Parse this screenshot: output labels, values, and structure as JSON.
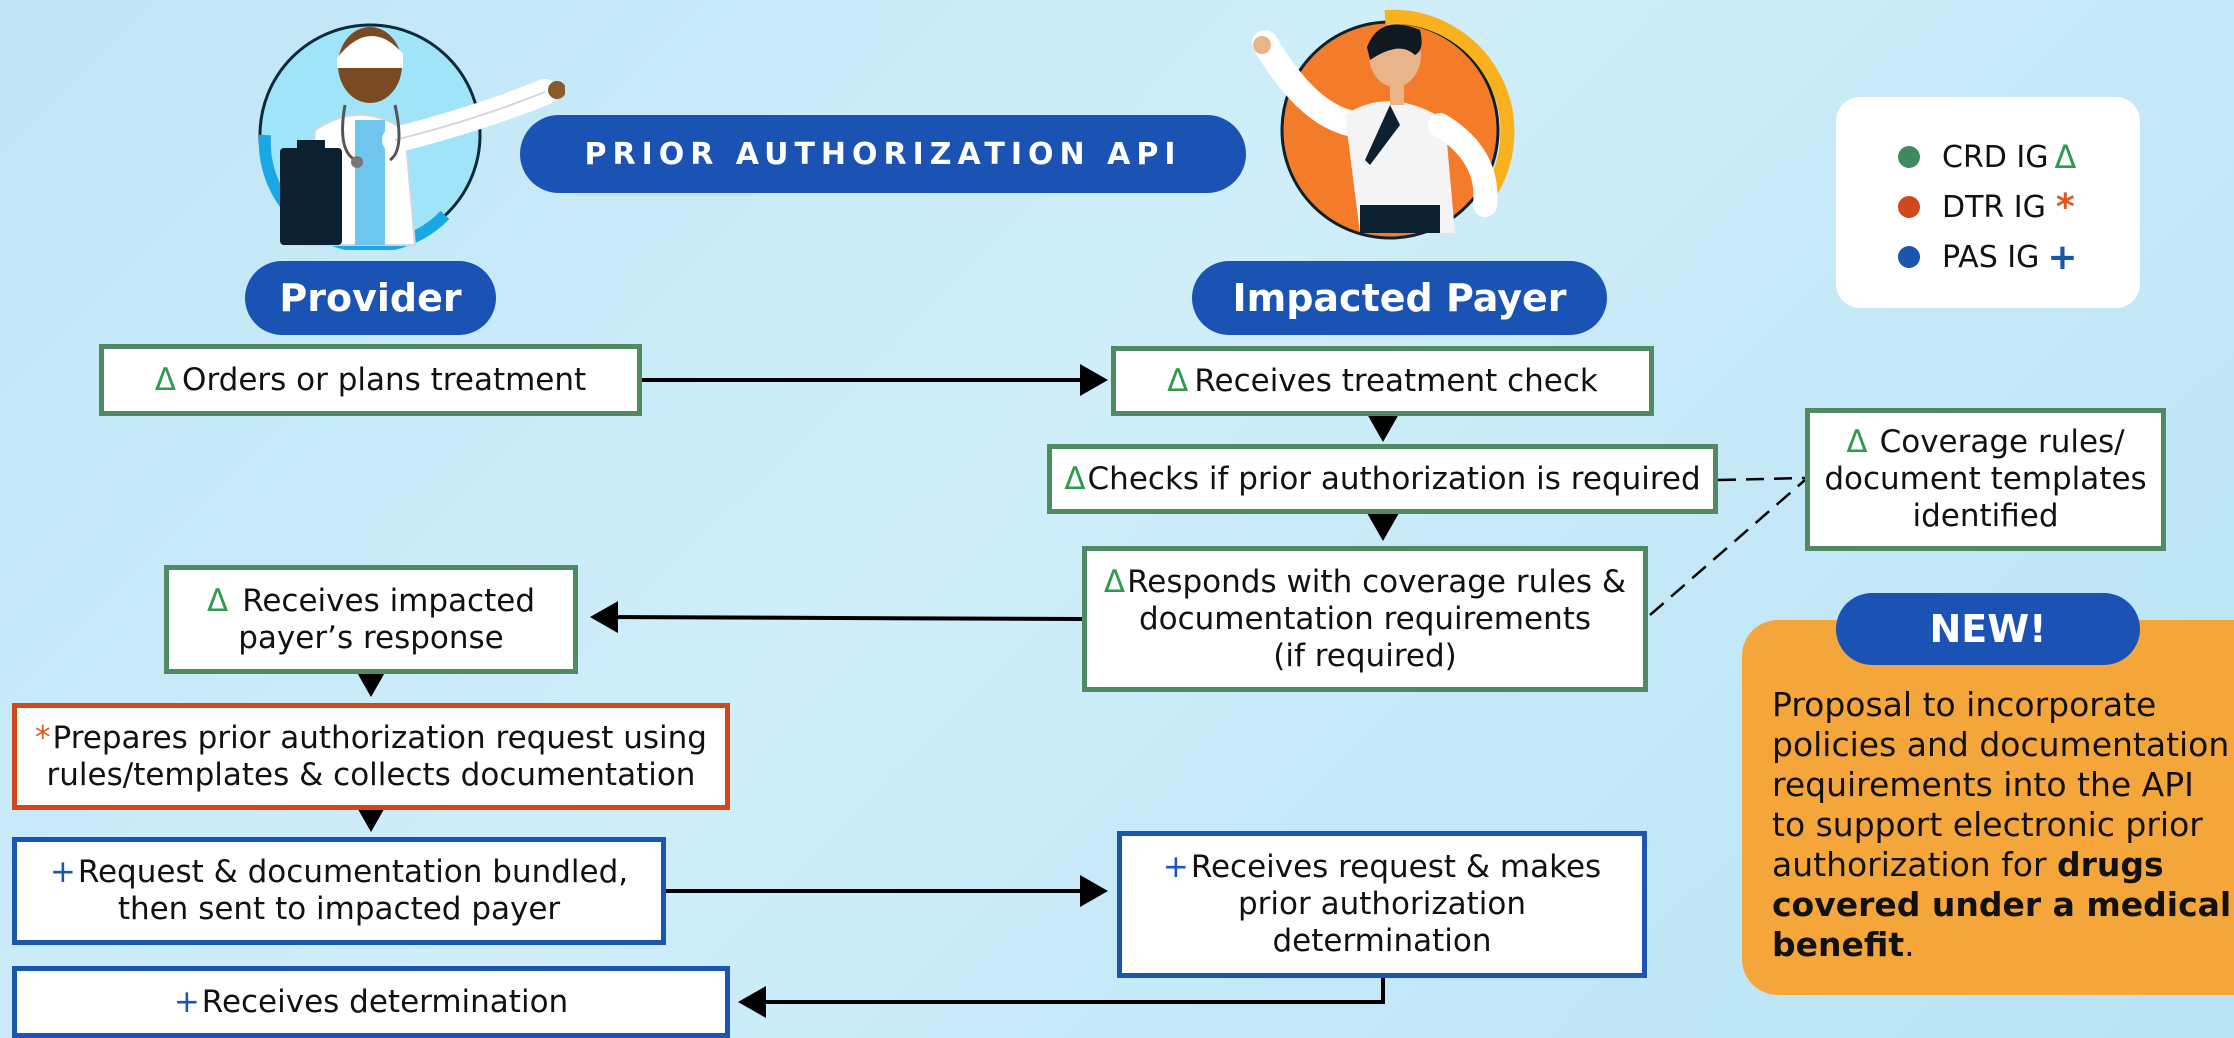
{
  "banner": {
    "title": "PRIOR AUTHORIZATION API"
  },
  "actors": {
    "provider": "Provider",
    "payer": "Impacted Payer"
  },
  "legend": {
    "items": [
      {
        "label": "CRD IG",
        "symbol": "Δ",
        "color": "#3f8a5c"
      },
      {
        "label": "DTR IG",
        "symbol": "*",
        "color": "#d0481b"
      },
      {
        "label": "PAS IG",
        "symbol": "+",
        "color": "#1a56b0"
      }
    ]
  },
  "steps": {
    "orders": {
      "symbol": "Δ",
      "text": "Orders or plans treatment"
    },
    "receives_check": {
      "symbol": "Δ",
      "text": "Receives treatment check"
    },
    "checks_pa": {
      "symbol": "Δ",
      "text": "Checks if prior authorization is required"
    },
    "coverage_rules": {
      "symbol": "Δ",
      "line1": "Coverage rules/",
      "line2": "document templates",
      "line3": "identified"
    },
    "responds": {
      "symbol": "Δ",
      "line1": "Responds with coverage rules &",
      "line2": "documentation requirements",
      "line3": "(if required)"
    },
    "receives_response": {
      "symbol": "Δ",
      "line1": "Receives impacted",
      "line2": "payer’s response"
    },
    "prepares": {
      "symbol": "*",
      "line1": "Prepares prior authorization request using",
      "line2": "rules/templates & collects documentation"
    },
    "bundled": {
      "symbol": "+",
      "line1": "Request & documentation bundled,",
      "line2": "then sent to impacted payer"
    },
    "receives_request": {
      "symbol": "+",
      "line1": "Receives request & makes",
      "line2": "prior authorization",
      "line3": "determination"
    },
    "receives_determination": {
      "symbol": "+",
      "text": "Receives determination"
    }
  },
  "new_panel": {
    "badge": "NEW!",
    "text_plain": "Proposal to incorporate policies and documentation requirements into the API to support electronic prior authorization for ",
    "text_bold": "drugs covered under a medical benefit",
    "text_end": ".",
    "color": "#f5a63a"
  },
  "colors": {
    "crd": "#4f8a64",
    "dtr": "#d0481b",
    "pas": "#1a56b0",
    "pill": "#1a53b4"
  }
}
